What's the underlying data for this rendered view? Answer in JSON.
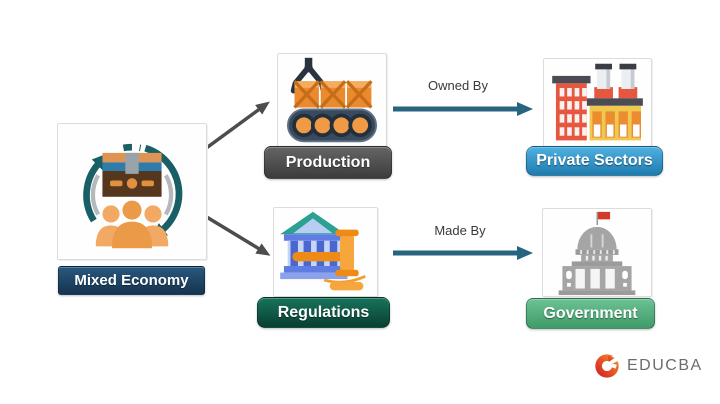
{
  "diagram": {
    "title_implied": "Mixed Economy flow diagram",
    "nodes": [
      {
        "id": "mixed-economy",
        "label": "Mixed Economy",
        "icon": "circular-economy-people-icon",
        "label_color": "#1c3f5e"
      },
      {
        "id": "production",
        "label": "Production",
        "icon": "conveyor-belt-claw-icon",
        "label_color": "#4a4a4a"
      },
      {
        "id": "private-sectors",
        "label": "Private Sectors",
        "icon": "factory-buildings-icon",
        "label_color": "#2b86bf"
      },
      {
        "id": "regulations",
        "label": "Regulations",
        "icon": "bank-gavel-icon",
        "label_color": "#0d5a4b"
      },
      {
        "id": "government",
        "label": "Government",
        "icon": "capitol-building-flag-icon",
        "label_color": "#4aa878"
      }
    ],
    "edges": [
      {
        "from": "Mixed Economy",
        "to": "Production",
        "label": ""
      },
      {
        "from": "Mixed Economy",
        "to": "Regulations",
        "label": ""
      },
      {
        "from": "Production",
        "to": "Private Sectors",
        "label": "Owned By"
      },
      {
        "from": "Regulations",
        "to": "Government",
        "label": "Made By"
      }
    ]
  },
  "branding": {
    "logo_text": "EDUCBA",
    "logo_mark": "educba-swirl-e-icon",
    "text_color": "#6b6c6f",
    "mark_gradient": [
      "#f59a2a",
      "#c81d25"
    ]
  },
  "colors": {
    "background": "#ffffff",
    "arrow_horizontal": "#26647f",
    "arrow_diagonal": "#4d4d4d",
    "box_border": "#dcdcdc"
  }
}
